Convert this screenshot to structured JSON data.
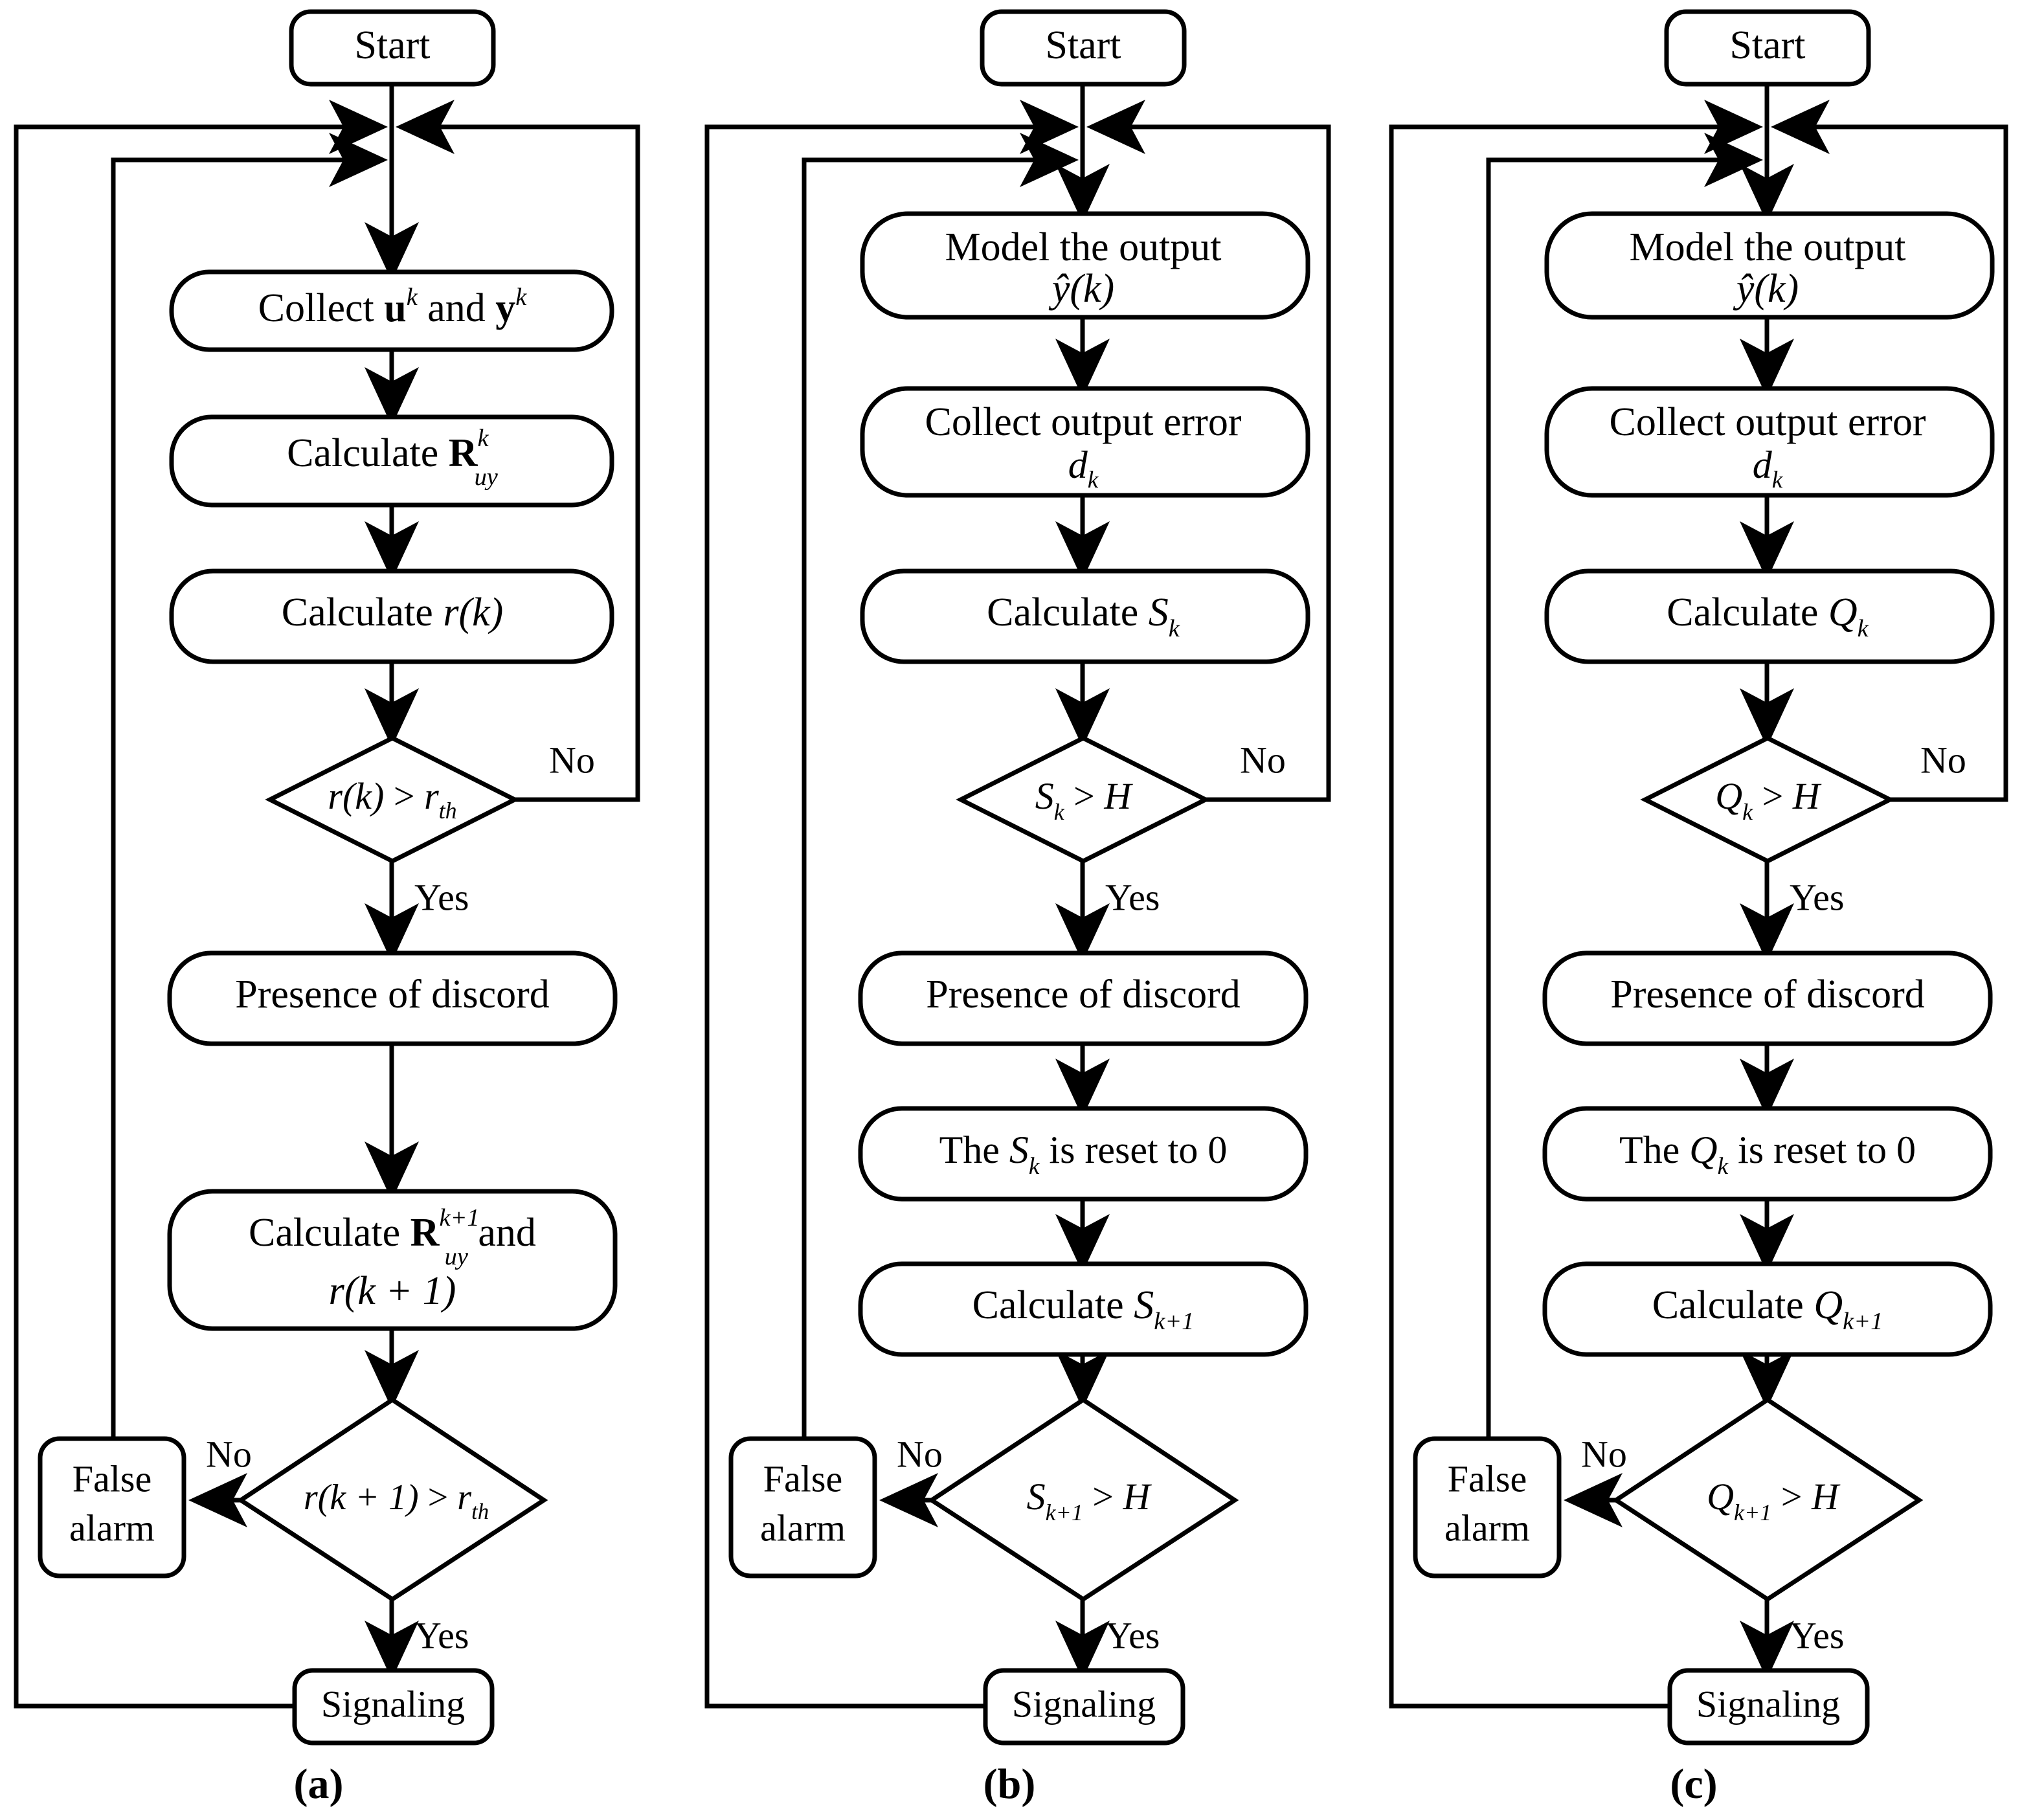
{
  "figure": {
    "type": "flowchart",
    "panel_count": 3,
    "panels": [
      {
        "id": "a",
        "caption": "(a)",
        "nodes": [
          {
            "key": "start",
            "kind": "terminator",
            "text": "Start"
          },
          {
            "key": "collect",
            "kind": "process",
            "text": "Collect u^k and y^k"
          },
          {
            "key": "calcR",
            "kind": "process",
            "text": "Calculate R_uy^k"
          },
          {
            "key": "calcr",
            "kind": "process",
            "text": "Calculate r(k)"
          },
          {
            "key": "dec1",
            "kind": "decision",
            "text": "r(k) > r_th"
          },
          {
            "key": "discord",
            "kind": "process",
            "text": "Presence of discord"
          },
          {
            "key": "calcR1",
            "kind": "process",
            "text": "Calculate R_uy^{k+1} and r(k+1)"
          },
          {
            "key": "dec2",
            "kind": "decision",
            "text": "r(k+1) > r_th"
          },
          {
            "key": "false",
            "kind": "process",
            "text": "False alarm"
          },
          {
            "key": "signal",
            "kind": "terminator",
            "text": "Signaling"
          }
        ],
        "edge_labels": {
          "dec1_no": "No",
          "dec1_yes": "Yes",
          "dec2_no": "No",
          "dec2_yes": "Yes"
        }
      },
      {
        "id": "b",
        "caption": "(b)",
        "nodes": [
          {
            "key": "start",
            "kind": "terminator",
            "text": "Start"
          },
          {
            "key": "model",
            "kind": "process",
            "text": "Model the output ŷ(k)"
          },
          {
            "key": "err",
            "kind": "process",
            "text": "Collect output error d_k"
          },
          {
            "key": "calcS",
            "kind": "process",
            "text": "Calculate S_k"
          },
          {
            "key": "dec1",
            "kind": "decision",
            "text": "S_k > H"
          },
          {
            "key": "discord",
            "kind": "process",
            "text": "Presence of discord"
          },
          {
            "key": "reset",
            "kind": "process",
            "text": "The S_k  is reset to 0"
          },
          {
            "key": "calcS1",
            "kind": "process",
            "text": "Calculate S_{k+1}"
          },
          {
            "key": "dec2",
            "kind": "decision",
            "text": "S_{k+1} > H"
          },
          {
            "key": "false",
            "kind": "process",
            "text": "False alarm"
          },
          {
            "key": "signal",
            "kind": "terminator",
            "text": "Signaling"
          }
        ],
        "edge_labels": {
          "dec1_no": "No",
          "dec1_yes": "Yes",
          "dec2_no": "No",
          "dec2_yes": "Yes"
        }
      },
      {
        "id": "c",
        "caption": "(c)",
        "nodes": [
          {
            "key": "start",
            "kind": "terminator",
            "text": "Start"
          },
          {
            "key": "model",
            "kind": "process",
            "text": "Model the output ŷ(k)"
          },
          {
            "key": "err",
            "kind": "process",
            "text": "Collect output error d_k"
          },
          {
            "key": "calcQ",
            "kind": "process",
            "text": "Calculate Q_k"
          },
          {
            "key": "dec1",
            "kind": "decision",
            "text": "Q_k > H"
          },
          {
            "key": "discord",
            "kind": "process",
            "text": "Presence of discord"
          },
          {
            "key": "reset",
            "kind": "process",
            "text": "The Q_k is reset to 0"
          },
          {
            "key": "calcQ1",
            "kind": "process",
            "text": "Calculate Q_{k+1}"
          },
          {
            "key": "dec2",
            "kind": "decision",
            "text": "Q_{k+1} > H"
          },
          {
            "key": "false",
            "kind": "process",
            "text": "False alarm"
          },
          {
            "key": "signal",
            "kind": "terminator",
            "text": "Signaling"
          }
        ],
        "edge_labels": {
          "dec1_no": "No",
          "dec1_yes": "Yes",
          "dec2_no": "No",
          "dec2_yes": "Yes"
        }
      }
    ]
  },
  "labels": {
    "start": "Start",
    "signaling": "Signaling",
    "false_alarm_l1": "False",
    "false_alarm_l2": "alarm",
    "presence": "Presence of discord",
    "yes": "Yes",
    "no": "No",
    "caption_a": "(a)",
    "caption_b": "(b)",
    "caption_c": "(c)",
    "collect_word": "Collect",
    "calculate_word": "Calculate",
    "and_word": "and",
    "model_line1": "Model the output",
    "err_line1": "Collect output error",
    "the_word": "The",
    "is_reset_to_0": "is reset to 0",
    "u_sym": "u",
    "y_sym": "y",
    "k_sym": "k",
    "R_sym": "R",
    "uy_sym": "uy",
    "kp1_sym": "k+1",
    "r_sym": "r",
    "th_sym": "th",
    "gt_sym": ">",
    "S_sym": "S",
    "Q_sym": "Q",
    "H_sym": "H",
    "d_sym": "d",
    "yhat_sym": "ŷ",
    "paren_k": "(k)",
    "paren_kp1": "(k + 1)",
    "zero": "0"
  },
  "colors": {
    "stroke": "#000000",
    "fill": "#ffffff",
    "text": "#000000",
    "background": "#ffffff"
  }
}
